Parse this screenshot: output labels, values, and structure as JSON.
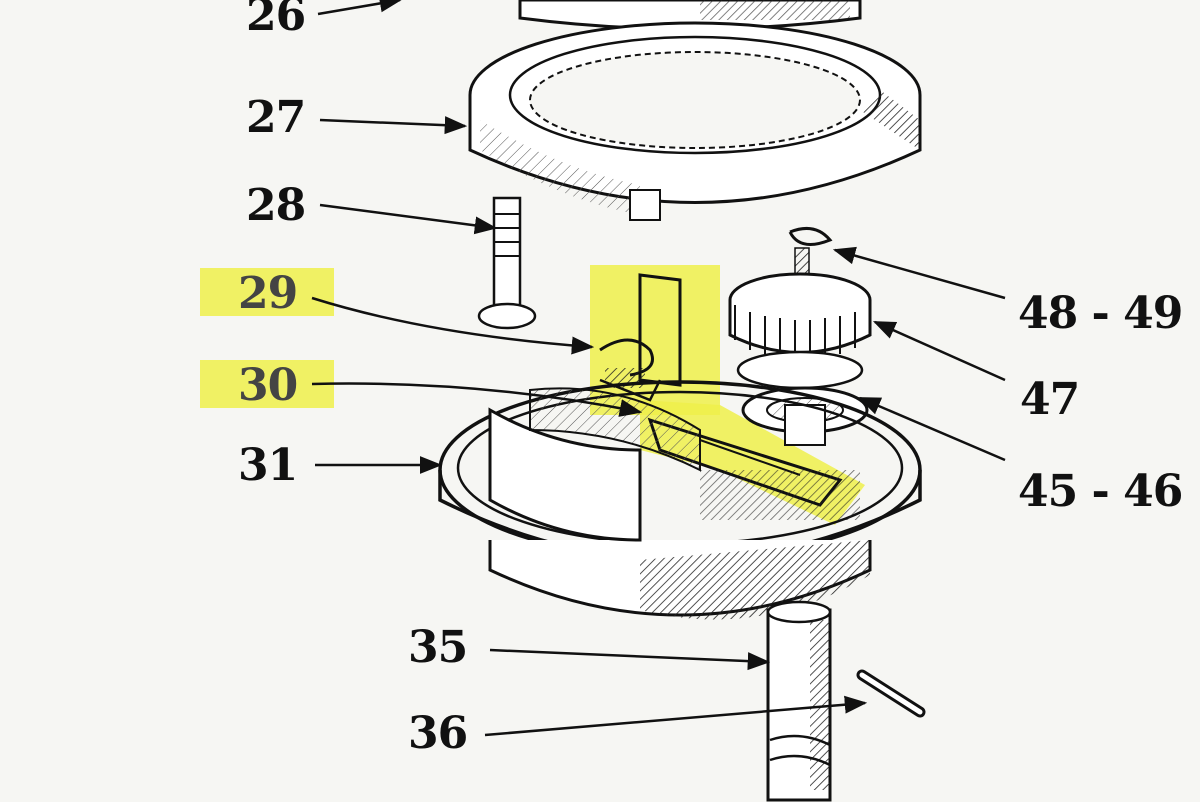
{
  "diagram": {
    "highlight_color": "#eef04a",
    "ink_color": "#111111",
    "labels": {
      "p26": "26",
      "p27": "27",
      "p28": "28",
      "p29": "29",
      "p30": "30",
      "p31": "31",
      "p35": "35",
      "p36": "36",
      "p47": "47",
      "p48_49": "48 - 49",
      "p45_46": "45 - 46"
    },
    "highlighted_parts": [
      "29",
      "30"
    ]
  }
}
